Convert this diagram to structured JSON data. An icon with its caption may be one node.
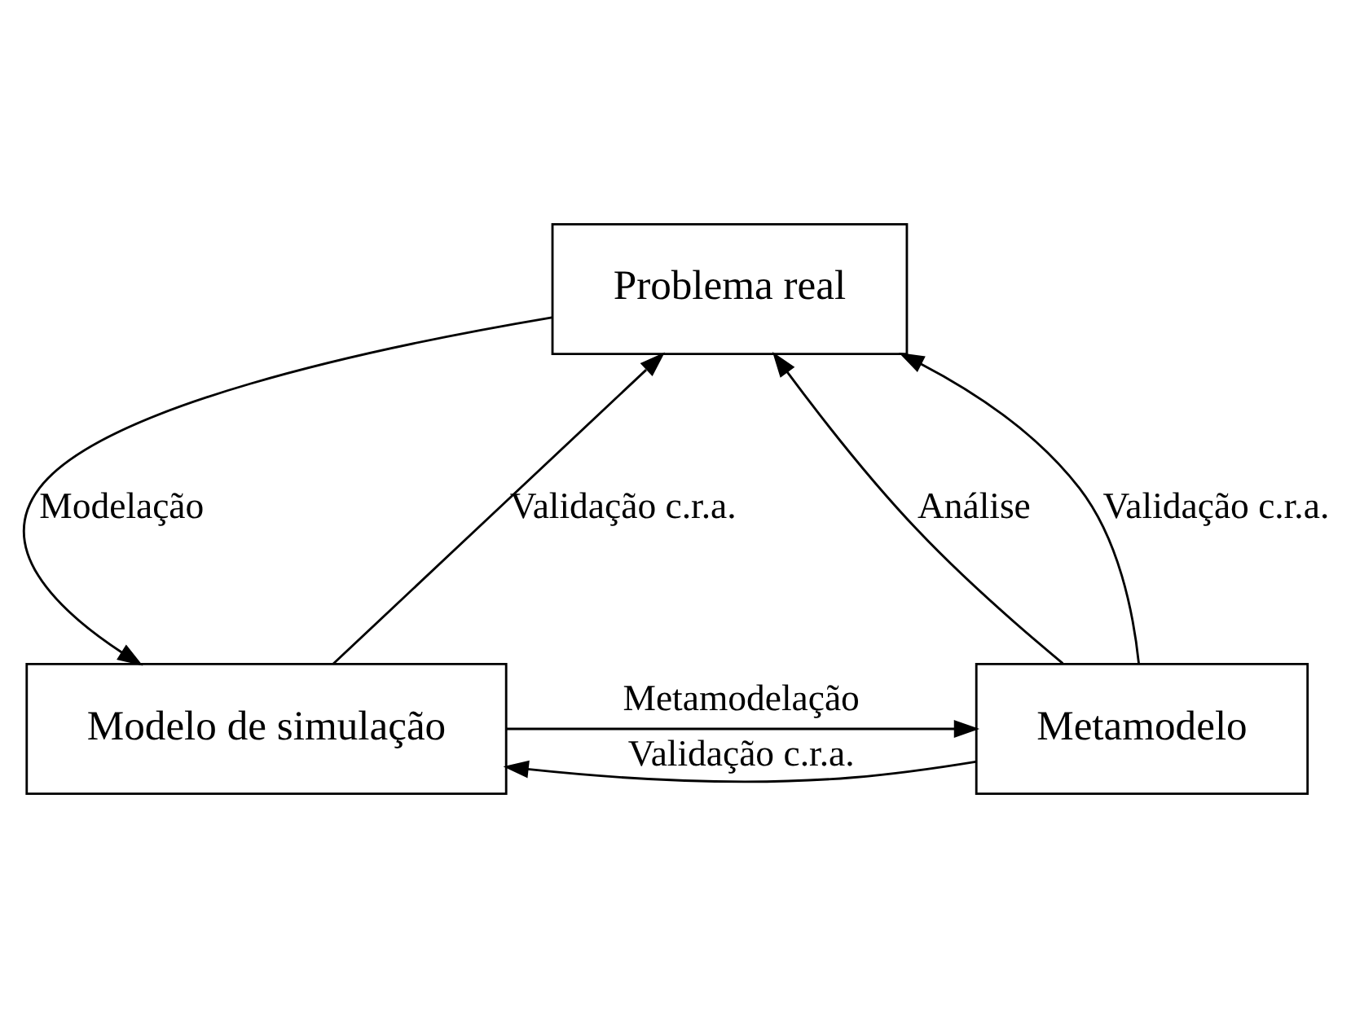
{
  "diagram": {
    "nodes": [
      {
        "text": [
          "Problema real"
        ]
      },
      {
        "text": [
          "Metamodelo"
        ]
      },
      {
        "text": [
          "Modelo de simulação"
        ]
      }
    ],
    "edges": [
      {
        "from": 1,
        "to": 0,
        "label": "Análise",
        "arrow": "to"
      },
      {
        "from": 0,
        "to": 2,
        "label": "Modelação",
        "arrow": "to"
      },
      {
        "from": 2,
        "to": 1,
        "label": "Metamodelação",
        "arrow": "to"
      },
      {
        "from": 1,
        "to": 0,
        "label": "Validação c.r.a.",
        "arrow": "to"
      },
      {
        "from": 2,
        "to": 0,
        "label": "Validação c.r.a.",
        "arrow": "to"
      },
      {
        "from": 1,
        "to": 2,
        "label": "Validação c.r.a.",
        "arrow": "to"
      }
    ]
  }
}
